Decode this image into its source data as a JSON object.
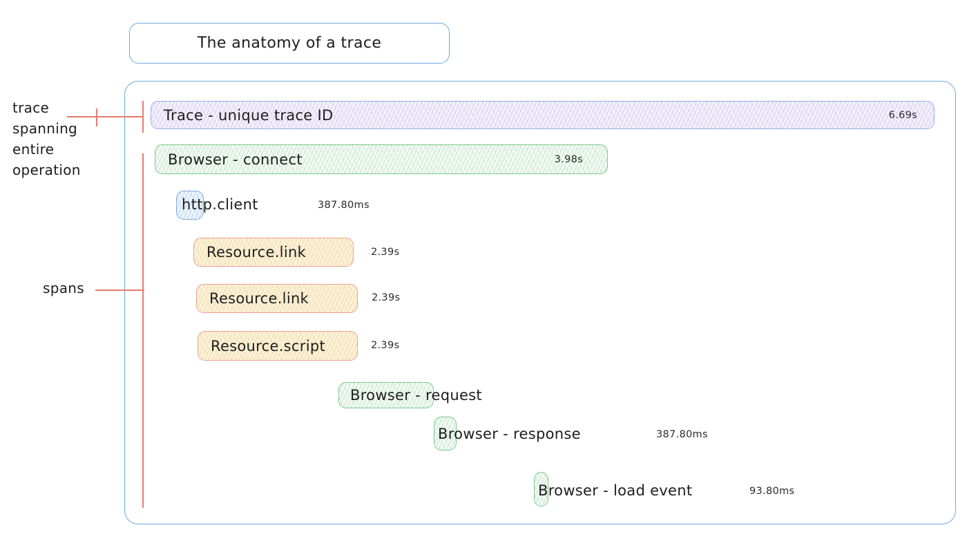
{
  "title": {
    "text": "The anatomy of a trace"
  },
  "annotations": {
    "trace_label": {
      "lines": [
        "trace",
        "spanning",
        "entire",
        "operation"
      ]
    },
    "spans_label": "spans"
  },
  "spans": [
    {
      "name": "trace",
      "label": "Trace - unique trace ID",
      "duration": "6.69s",
      "color": "purple"
    },
    {
      "name": "browser-connect",
      "label": "Browser - connect",
      "duration": "3.98s",
      "color": "green"
    },
    {
      "name": "http-client",
      "label": "http.client",
      "duration": "387.80ms",
      "color": "blue"
    },
    {
      "name": "resource-link-1",
      "label": "Resource.link",
      "duration": "2.39s",
      "color": "yellow"
    },
    {
      "name": "resource-link-2",
      "label": "Resource.link",
      "duration": "2.39s",
      "color": "yellow"
    },
    {
      "name": "resource-script",
      "label": "Resource.script",
      "duration": "2.39s",
      "color": "yellow"
    },
    {
      "name": "browser-request",
      "label": "Browser - request",
      "duration": "",
      "color": "green"
    },
    {
      "name": "browser-response",
      "label": "Browser - response",
      "duration": "387.80ms",
      "color": "green"
    },
    {
      "name": "browser-load-event",
      "label": "Browser - load event",
      "duration": "93.80ms",
      "color": "green"
    }
  ],
  "colors": {
    "frame_border": "#6ea8de",
    "annotation_red": "#e57b72",
    "purple_border": "#8fb2e5",
    "green_border": "#7cc78c",
    "yellow_border": "#eb9e93",
    "blue_border": "#7cabdf",
    "text": "#1d1d1d"
  }
}
